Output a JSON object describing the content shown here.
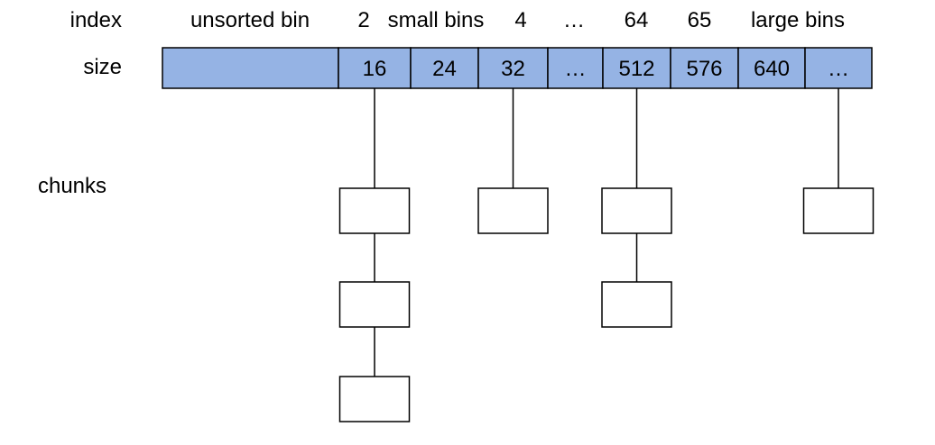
{
  "labels": {
    "index": "index",
    "size": "size",
    "chunks": "chunks"
  },
  "header": {
    "unsorted": "unsorted bin",
    "two": "2",
    "small_bins": "small bins",
    "four": "4",
    "ellipsis": "…",
    "sixty_four": "64",
    "sixty_five": "65",
    "large_bins": "large bins"
  },
  "bins": [
    {
      "size": "",
      "chunks": 0
    },
    {
      "size": "16",
      "chunks": 3
    },
    {
      "size": "24",
      "chunks": 0
    },
    {
      "size": "32",
      "chunks": 1
    },
    {
      "size": "…",
      "chunks": 0
    },
    {
      "size": "512",
      "chunks": 2
    },
    {
      "size": "576",
      "chunks": 0
    },
    {
      "size": "640",
      "chunks": 0
    },
    {
      "size": "…",
      "chunks": 1
    }
  ],
  "colors": {
    "bin_fill": "#95b3e4",
    "stroke": "#000000",
    "chunk_fill": "#ffffff",
    "text": "#000000"
  }
}
